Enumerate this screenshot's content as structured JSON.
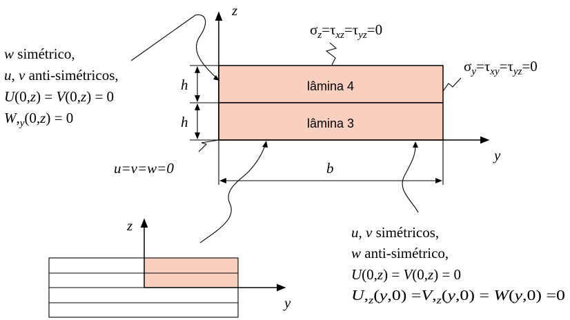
{
  "colors": {
    "laminate_fill": "#F9CFC0",
    "stroke": "#000000"
  },
  "axes": {
    "z": "z",
    "y": "y"
  },
  "laminate": {
    "top_layer": "lâmina 4",
    "bottom_layer": "lâmina 3",
    "thickness": "h",
    "width": "b"
  },
  "boundary_top": {
    "s1": "σ",
    "s1_sub": "z",
    "eq1": "=τ",
    "s2_sub": "xz",
    "eq2": "=τ",
    "s3_sub": "yz",
    "tail": "=0"
  },
  "boundary_right": {
    "s1": "σ",
    "s1_sub": "y",
    "eq1": "=τ",
    "s2_sub": "xy",
    "eq2": "=τ",
    "s3_sub": "yz",
    "tail": "=0"
  },
  "left_conditions": {
    "l1_var": "w",
    "l1_text": " simétrico,",
    "l2_var": "u, v",
    "l2_text": " anti-simétricos,",
    "l3_a": "U",
    "l3_b": "(0,",
    "l3_c": "z",
    "l3_d": ") = ",
    "l3_e": "V",
    "l3_f": "(0,",
    "l3_g": "z",
    "l3_h": ") = 0",
    "l4_a": "W",
    "l4_b": ",",
    "l4_sub": "y",
    "l4_c": "(0,",
    "l4_d": "z",
    "l4_e": ") = 0"
  },
  "corner_condition": "u=v=w=0",
  "bottom_conditions": {
    "l1_var": "u, v",
    "l1_text": " simétricos,",
    "l2_var": "w",
    "l2_text": " anti-simétrico,",
    "l3_a": "U",
    "l3_b": "(0,",
    "l3_c": "z",
    "l3_d": ") = ",
    "l3_e": "V",
    "l3_f": "(0,",
    "l3_g": "z",
    "l3_h": ") = 0",
    "l4_a": "U",
    "l4_b": ",",
    "l4_sub1": "z",
    "l4_c": "(",
    "l4_d": "y",
    "l4_e": ",0) =",
    "l4_f": "V",
    "l4_g": ",",
    "l4_sub2": "z",
    "l4_h": "(",
    "l4_i": "y",
    "l4_j": ",0) = ",
    "l4_k": "W",
    "l4_l": "(",
    "l4_m": "y",
    "l4_n": ",0) =0"
  }
}
